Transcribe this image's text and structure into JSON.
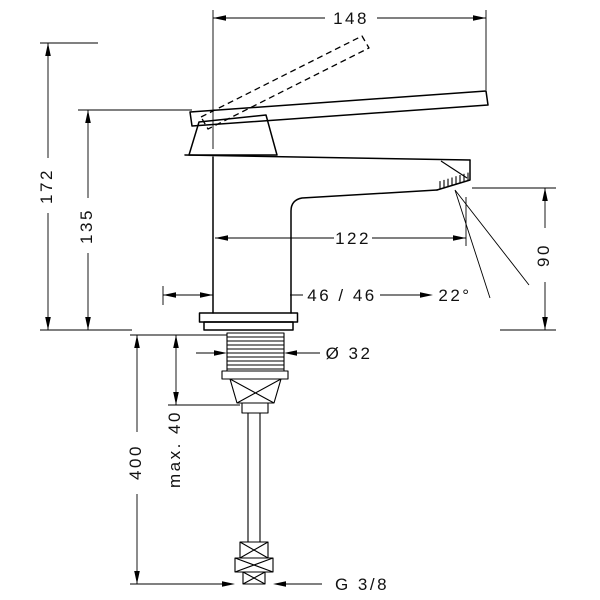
{
  "drawing": {
    "type": "faucet-installation-technical-drawing",
    "background": "#ffffff",
    "line_color": "#000000",
    "labels": {
      "width_top": "148",
      "height_total": "172",
      "height_body": "135",
      "spout_height": "90",
      "spout_reach": "122",
      "offset": "46 / 46",
      "angle": "22°",
      "shank_diameter": "Ø 32",
      "max_mounting": "max. 40",
      "hose_length": "400",
      "thread": "G 3/8"
    }
  }
}
